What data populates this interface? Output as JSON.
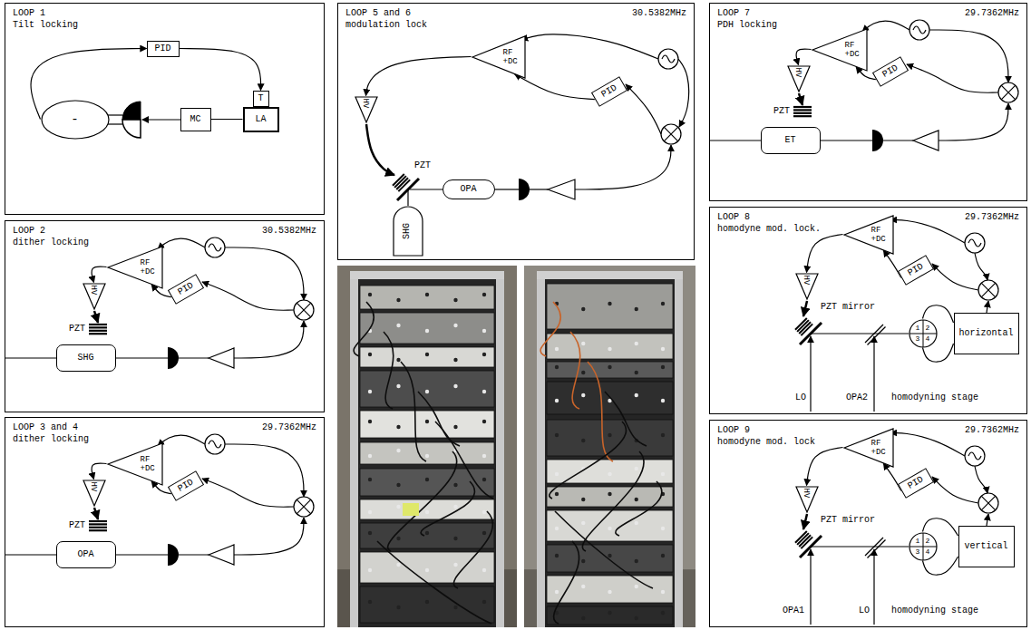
{
  "diagram": {
    "nodes": [
      {
        "text": [
          "LOOP 1",
          "Tilt locking"
        ]
      },
      {
        "text": [
          "PID"
        ],
        "in": 0
      },
      {
        "text": [
          "T"
        ],
        "in": 0
      },
      {
        "text": [
          "-"
        ],
        "in": 0
      },
      {
        "text": [
          "MC"
        ],
        "in": 0
      },
      {
        "text": [
          "LA"
        ],
        "in": 0
      },
      {
        "text": [
          "LOOP 2",
          "dither locking",
          "30.5382MHz"
        ]
      },
      {
        "text": [
          "RF +DC"
        ],
        "in": 6
      },
      {
        "text": [
          "PID"
        ],
        "in": 6
      },
      {
        "text": [
          "HV"
        ],
        "in": 6
      },
      {
        "text": [
          "SHG"
        ],
        "in": 6
      },
      {
        "text": [
          "LOOP 3 and 4",
          "dither locking",
          "29.7362MHz"
        ]
      },
      {
        "text": [
          "RF +DC"
        ],
        "in": 11
      },
      {
        "text": [
          "PID"
        ],
        "in": 11
      },
      {
        "text": [
          "HV"
        ],
        "in": 11
      },
      {
        "text": [
          "OPA"
        ],
        "in": 11
      },
      {
        "text": [
          "LOOP 5 and 6",
          "modulation lock",
          "30.5382MHz"
        ]
      },
      {
        "text": [
          "RF +DC"
        ],
        "in": 16
      },
      {
        "text": [
          "PID"
        ],
        "in": 16
      },
      {
        "text": [
          "HV"
        ],
        "in": 16
      },
      {
        "text": [
          "OPA"
        ],
        "in": 16
      },
      {
        "text": [
          "SHG"
        ],
        "in": 16
      },
      {
        "text": [
          "LOOP 7",
          "PDH locking",
          "29.7362MHz"
        ]
      },
      {
        "text": [
          "RF +DC"
        ],
        "in": 22
      },
      {
        "text": [
          "PID"
        ],
        "in": 22
      },
      {
        "text": [
          "HV"
        ],
        "in": 22
      },
      {
        "text": [
          "ET"
        ],
        "in": 22
      },
      {
        "text": [
          "LOOP 8",
          "homodyne mod. lock.",
          "29.7362MHz"
        ]
      },
      {
        "text": [
          "RF +DC"
        ],
        "in": 27
      },
      {
        "text": [
          "HV"
        ],
        "in": 27
      },
      {
        "text": [
          "PID"
        ],
        "in": 27
      },
      {
        "text": [
          "1",
          "2",
          "3",
          "4"
        ],
        "in": 27
      },
      {
        "text": [
          "horizontal"
        ],
        "in": 27
      },
      {
        "text": [
          "LOOP 9",
          "homodyne mod. lock",
          "29.7362MHz"
        ]
      },
      {
        "text": [
          "RF +DC"
        ],
        "in": 33
      },
      {
        "text": [
          "HV"
        ],
        "in": 33
      },
      {
        "text": [
          "PID"
        ],
        "in": 33
      },
      {
        "text": [
          "1",
          "2",
          "3",
          "4"
        ],
        "in": 33
      },
      {
        "text": [
          "vertical"
        ],
        "in": 33
      }
    ],
    "edges": [
      {
        "from": 3,
        "to": 1,
        "arrow": "to"
      },
      {
        "from": 1,
        "to": 2,
        "arrow": "to"
      },
      {
        "from": 5,
        "to": 4,
        "arrow": "none"
      },
      {
        "from": 8,
        "to": 7,
        "arrow": "to"
      },
      {
        "from": 7,
        "to": 9,
        "arrow": "to"
      },
      {
        "from": 13,
        "to": 12,
        "arrow": "to"
      },
      {
        "from": 12,
        "to": 14,
        "arrow": "to"
      },
      {
        "from": 18,
        "to": 17,
        "arrow": "to"
      },
      {
        "from": 17,
        "to": 19,
        "arrow": "to"
      },
      {
        "from": 24,
        "to": 23,
        "arrow": "to"
      },
      {
        "from": 23,
        "to": 25,
        "arrow": "to"
      },
      {
        "from": 30,
        "to": 28,
        "arrow": "to"
      },
      {
        "from": 28,
        "to": 29,
        "arrow": "to"
      },
      {
        "from": 31,
        "to": 32,
        "arrow": "none"
      },
      {
        "from": 31,
        "to": 32,
        "arrow": "none"
      },
      {
        "from": 36,
        "to": 34,
        "arrow": "to"
      },
      {
        "from": 34,
        "to": 35,
        "arrow": "to"
      },
      {
        "from": 37,
        "to": 38,
        "arrow": "none"
      },
      {
        "from": 37,
        "to": 38,
        "arrow": "none"
      }
    ],
    "labels": [
      "PZT",
      "PZT",
      "PZT",
      "PZT",
      "PZT mirror",
      "LO",
      "OPA2",
      "homodyning stage",
      "PZT mirror",
      "OPA1",
      "LO",
      "homodyning stage"
    ]
  }
}
